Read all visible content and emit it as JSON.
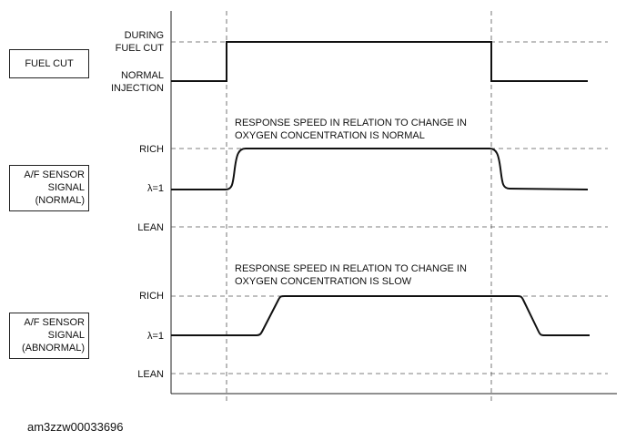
{
  "figure_id": "am3zzw00033696",
  "panels": {
    "fuel_cut": {
      "box_label": "FUEL CUT",
      "upper_level_line1": "DURING",
      "upper_level_line2": "FUEL CUT",
      "lower_level_line1": "NORMAL",
      "lower_level_line2": "INJECTION"
    },
    "normal": {
      "box_line1": "A/F SENSOR",
      "box_line2": "SIGNAL",
      "box_line3": "(NORMAL)",
      "rich_label": "RICH",
      "lambda_label": "λ=1",
      "lean_label": "LEAN",
      "note_line1": "RESPONSE SPEED IN RELATION TO CHANGE IN",
      "note_line2": "OXYGEN CONCENTRATION IS NORMAL"
    },
    "abnormal": {
      "box_line1": "A/F SENSOR",
      "box_line2": "SIGNAL",
      "box_line3": "(ABNORMAL)",
      "rich_label": "RICH",
      "lambda_label": "λ=1",
      "lean_label": "LEAN",
      "note_line1": "RESPONSE SPEED IN RELATION TO CHANGE IN",
      "note_line2": "OXYGEN CONCENTRATION IS SLOW"
    }
  }
}
